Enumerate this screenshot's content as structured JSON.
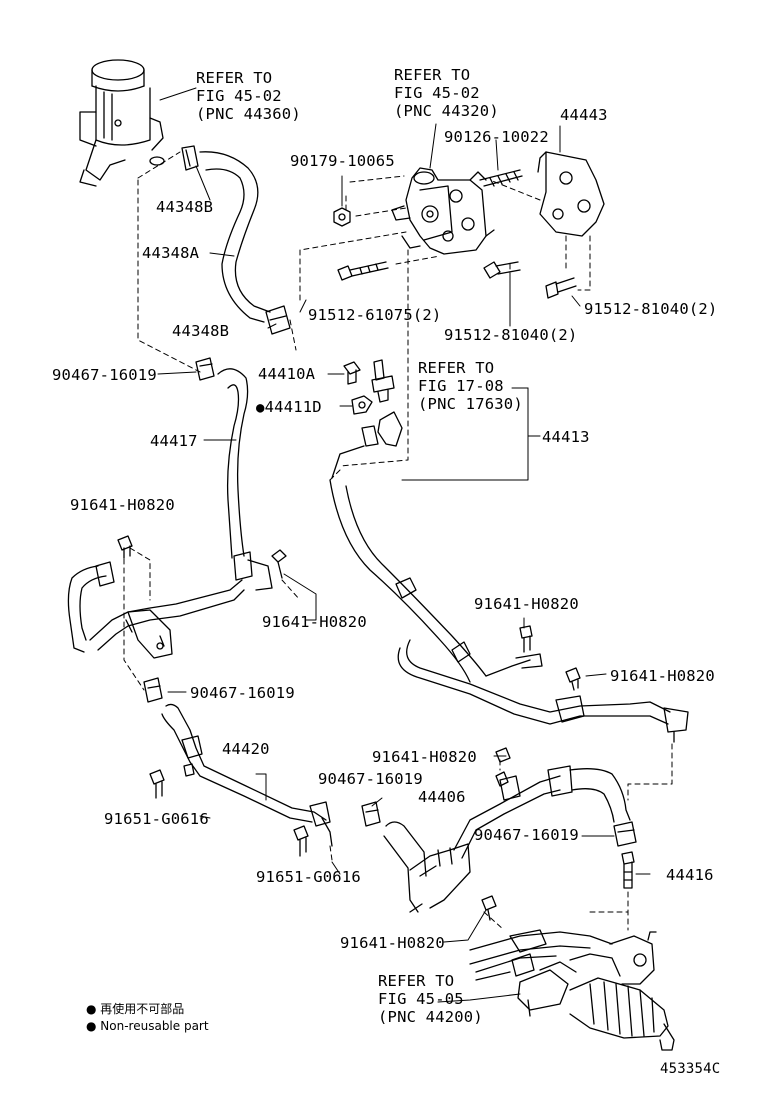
{
  "refs": {
    "ref_44360": [
      "REFER TO",
      "FIG 45-02",
      "(PNC 44360)"
    ],
    "ref_44320": [
      "REFER TO",
      "FIG 45-02",
      "(PNC 44320)"
    ],
    "ref_17630": [
      "REFER TO",
      "FIG 17-08",
      "(PNC 17630)"
    ],
    "ref_44200": [
      "REFER TO",
      "FIG 45-05",
      "(PNC 44200)"
    ]
  },
  "parts": {
    "p44443": "44443",
    "p90126": "90126-10022",
    "p90179": "90179-10065",
    "p44348b_top": "44348B",
    "p44348a": "44348A",
    "p44348b_bot": "44348B",
    "p91512_61075": "91512-61075(2)",
    "p91512_81040a": "91512-81040(2)",
    "p91512_81040b": "91512-81040(2)",
    "p90467_a": "90467-16019",
    "p44410a": "44410A",
    "p44411d": "44411D",
    "p44413": "44413",
    "p44417": "44417",
    "p91641_a": "91641-H0820",
    "p91641_b": "91641-H0820",
    "p91641_c": "91641-H0820",
    "p91641_d": "91641-H0820",
    "p91641_e": "91641-H0820",
    "p91641_f": "91641-H0820",
    "p90467_b": "90467-16019",
    "p44420": "44420",
    "p90467_c": "90467-16019",
    "p44406": "44406",
    "p91651_a": "91651-G0616",
    "p91651_b": "91651-G0616",
    "p90467_d": "90467-16019",
    "p44416": "44416"
  },
  "legend": {
    "jp": "再使用不可部品",
    "en": "Non-reusable part"
  },
  "figure_id": "453354C"
}
